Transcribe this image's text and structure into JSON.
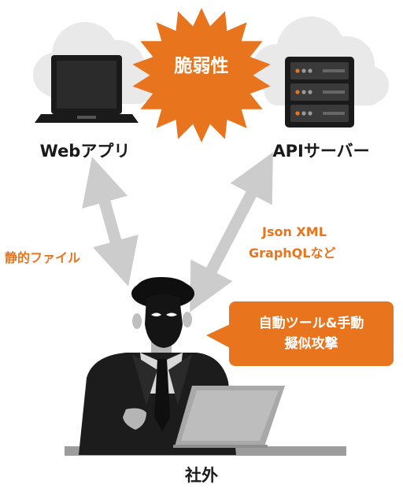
{
  "labels": {
    "burst": "脆弱性",
    "web_app": "Webアプリ",
    "api_server": "APIサーバー",
    "left_edge": "静的ファイル",
    "right_edge_line1": "Json XML",
    "right_edge_line2": "GraphQLなど",
    "bubble_line1": "自動ツール&手動",
    "bubble_line2": "擬似攻撃",
    "bottom": "社外"
  },
  "colors": {
    "accent": "#e8741e",
    "cloud": "#e9e9e9",
    "arrow": "#cccccc",
    "dark": "#1a1a1a"
  },
  "icons": [
    "cloud-icon",
    "laptop-icon",
    "server-icon",
    "burst-icon",
    "double-arrow-icon",
    "hacker-figure"
  ]
}
